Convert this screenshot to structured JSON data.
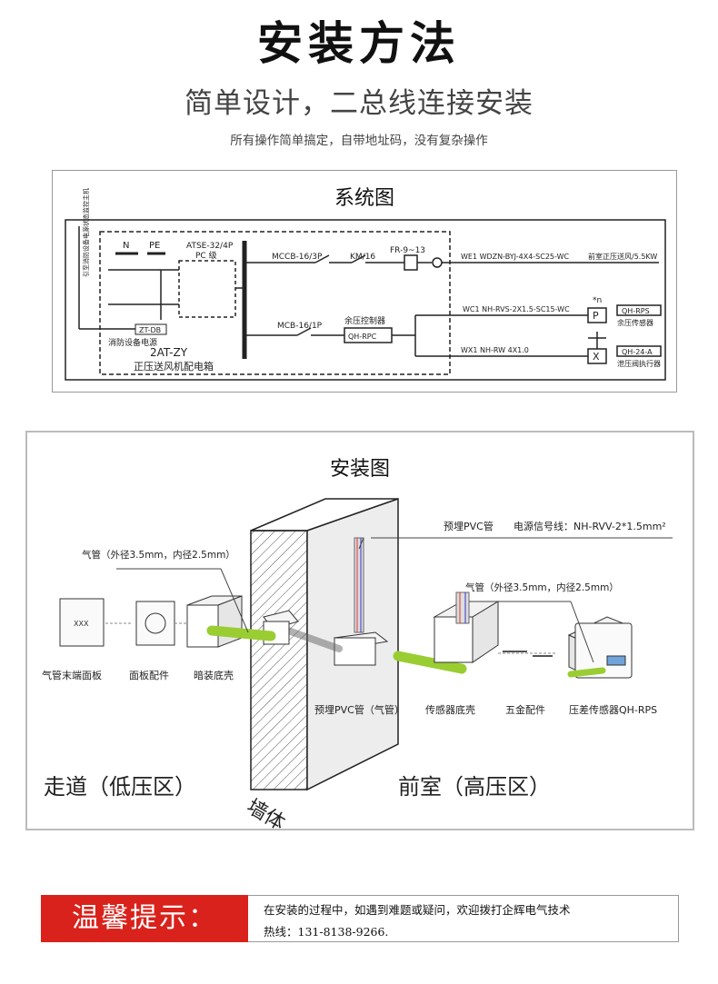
{
  "header": {
    "title": "安装方法",
    "subtitle": "简单设计，二总线连接安装",
    "tagline": "所有操作简单搞定，自带地址码，没有复杂操作"
  },
  "system_diagram": {
    "title": "系统图",
    "side_label": "引至消防设备电源状态监控主机",
    "n_label": "N",
    "pe_label": "PE",
    "atse_label": "ATSE-32/4P",
    "pc_label": "PC 级",
    "ztdb_label": "ZT-DB",
    "power_label": "消防设备电源",
    "box_code": "2AT-ZY",
    "box_name": "正压送风机配电箱",
    "mccb_label": "MCCB-16/3P",
    "km_label": "KM/16",
    "fr_label": "FR-9~13",
    "mcb_label": "MCB-16/1P",
    "controller_label": "余压控制器",
    "qhrpc_label": "QH-RPC",
    "we1_label": "WE1 WDZN-BYJ-4X4-SC25-WC",
    "we1_dest": "前室正压送风/5.5KW",
    "wc1_label": "WC1 NH-RVS-2X1.5-SC15-WC",
    "p_symbol": "P",
    "pn_symbol": "*n",
    "qhrps_label": "QH-RPS",
    "sensor_label": "余压传感器",
    "wx1_label": "WX1 NH-RW 4X1.0",
    "x_symbol": "X",
    "qh24_label": "QH-24-A",
    "actuator_label": "泄压阀执行器"
  },
  "install_diagram": {
    "title": "安装图",
    "pvc_top_label": "预埋PVC管",
    "signal_line_label": "电源信号线：NH-RVV-2*1.5mm²",
    "airpipe_left": "气管（外径3.5mm，内径2.5mm）",
    "airpipe_right": "气管（外径3.5mm，内径2.5mm）",
    "panel_end_label": "气管末端面板",
    "panel_fitting_label": "面板配件",
    "hidden_box_label": "暗装底壳",
    "pvc_gas_label": "预埋PVC管（气管）",
    "sensor_box_label": "传感器底壳",
    "hardware_label": "五金配件",
    "sensor_label": "压差传感器QH-RPS",
    "corridor_label": "走道（低压区）",
    "wall_label": "墙体",
    "front_room_label": "前室（高压区）",
    "panel_marks": "XXX"
  },
  "tip": {
    "label": "温馨提示：",
    "line1": "在安装的过程中，如遇到难题或疑问，欢迎拨打企辉电气技术",
    "line2": "热线：131-8138-9266."
  },
  "colors": {
    "accent_red": "#d9221b",
    "pipe_green": "#9acd32"
  }
}
